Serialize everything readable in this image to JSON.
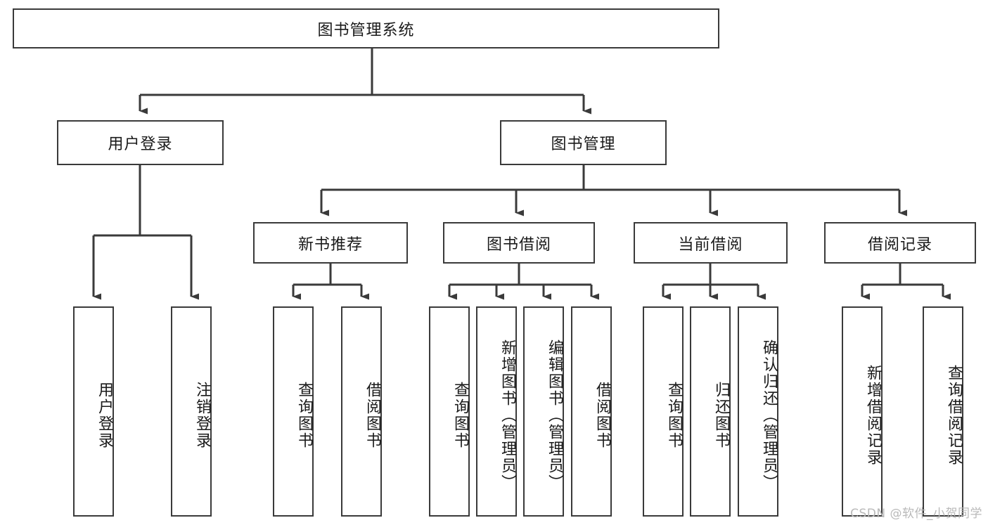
{
  "diagram": {
    "title": "图书管理系统",
    "watermark": "CSDN @软件_小贺同学",
    "line_color": "#3a3a3a",
    "box_fill": "#ffffff",
    "text_color": "#1a1a1a",
    "root": {
      "label": "图书管理系统"
    },
    "level1": [
      {
        "label": "用户登录"
      },
      {
        "label": "图书管理"
      }
    ],
    "level2": [
      {
        "label": "新书推荐"
      },
      {
        "label": "图书借阅"
      },
      {
        "label": "当前借阅"
      },
      {
        "label": "借阅记录"
      }
    ],
    "leaves": {
      "user_login": [
        {
          "label": "用户登录"
        },
        {
          "label": "注销登录"
        }
      ],
      "new_book": [
        {
          "label": "查询图书"
        },
        {
          "label": "借阅图书"
        }
      ],
      "book_borrow": [
        {
          "label": "查询图书"
        },
        {
          "label": "新增图书（管理员）"
        },
        {
          "label": "编辑图书（管理员）"
        },
        {
          "label": "借阅图书"
        }
      ],
      "current_borrow": [
        {
          "label": "查询图书"
        },
        {
          "label": "归还图书"
        },
        {
          "label": "确认归还（管理员）"
        }
      ],
      "borrow_record": [
        {
          "label": "新增借阅记录"
        },
        {
          "label": "查询借阅记录"
        }
      ]
    }
  }
}
